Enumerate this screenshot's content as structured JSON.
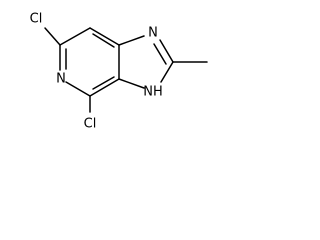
{
  "molecule": {
    "atoms": {
      "cl_top": "Cl",
      "cl_bottom": "Cl",
      "n_pyridine": "N",
      "n_imidazole": "N",
      "nh": "NH"
    },
    "colors": {
      "bond": "#000000",
      "label": "#000000",
      "background": "#ffffff"
    }
  }
}
